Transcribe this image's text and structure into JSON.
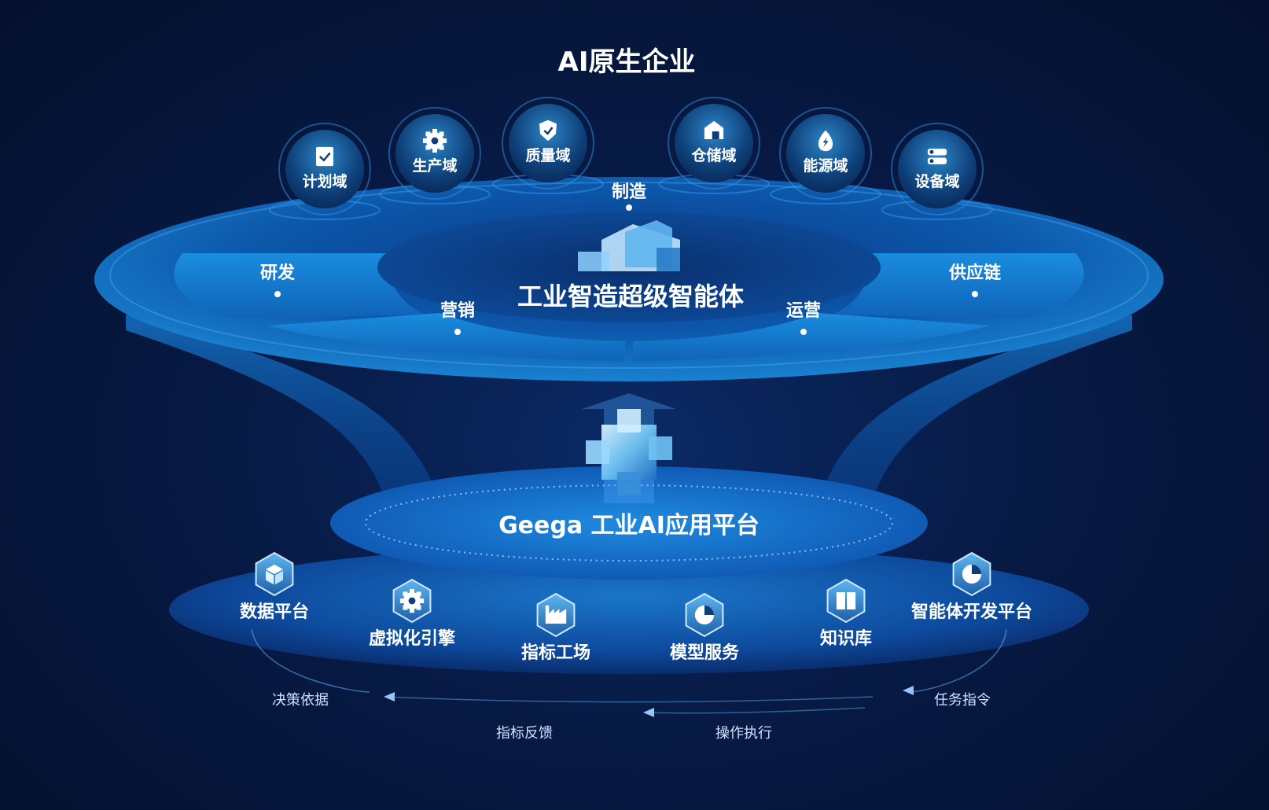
{
  "title": "AI原生企业",
  "domains": [
    {
      "label": "计划域",
      "icon": "clipboard-check-icon"
    },
    {
      "label": "生产域",
      "icon": "gear-icon"
    },
    {
      "label": "质量域",
      "icon": "shield-check-icon"
    },
    {
      "label": "仓储域",
      "icon": "warehouse-icon"
    },
    {
      "label": "能源域",
      "icon": "energy-drop-icon"
    },
    {
      "label": "设备域",
      "icon": "server-icon"
    }
  ],
  "ring": {
    "top": "制造",
    "left": "研发",
    "right": "供应链",
    "bottom_left": "营销",
    "bottom_right": "运营"
  },
  "center_title": "工业智造超级智能体",
  "platform_title": "Geega 工业AI应用平台",
  "platform_items": [
    {
      "label": "数据平台",
      "icon": "cube-icon"
    },
    {
      "label": "虚拟化引擎",
      "icon": "gear-icon"
    },
    {
      "label": "指标工场",
      "icon": "factory-icon"
    },
    {
      "label": "模型服务",
      "icon": "pie-chart-icon"
    },
    {
      "label": "知识库",
      "icon": "book-icon"
    },
    {
      "label": "智能体开发平台",
      "icon": "pie-chart-icon"
    }
  ],
  "flow": {
    "decision_basis": "决策依据",
    "metric_feedback": "指标反馈",
    "operation_exec": "操作执行",
    "task_command": "任务指令"
  },
  "colors": {
    "accent": "#1aa3ff",
    "deep": "#06174a",
    "glow": "#7fd0ff"
  }
}
